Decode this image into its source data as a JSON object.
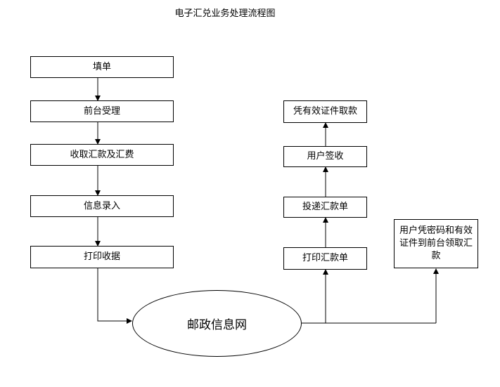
{
  "title": "电子汇兑业务处理流程图",
  "nodes": {
    "fill_form": "填单",
    "front_desk_accept": "前台受理",
    "collect_remittance_and_fee": "收取汇款及汇费",
    "info_entry": "信息录入",
    "print_receipt": "打印收据",
    "postal_network": "邮政信息网",
    "print_remittance_slip": "打印汇款单",
    "deliver_remittance_slip": "投递汇款单",
    "user_sign": "用户签收",
    "withdraw_with_id": "凭有效证件取款",
    "user_password_id_withdraw": "用户凭密码和有效证件到前台领取汇款"
  },
  "colors": {
    "stroke": "#000000",
    "background": "#ffffff"
  }
}
